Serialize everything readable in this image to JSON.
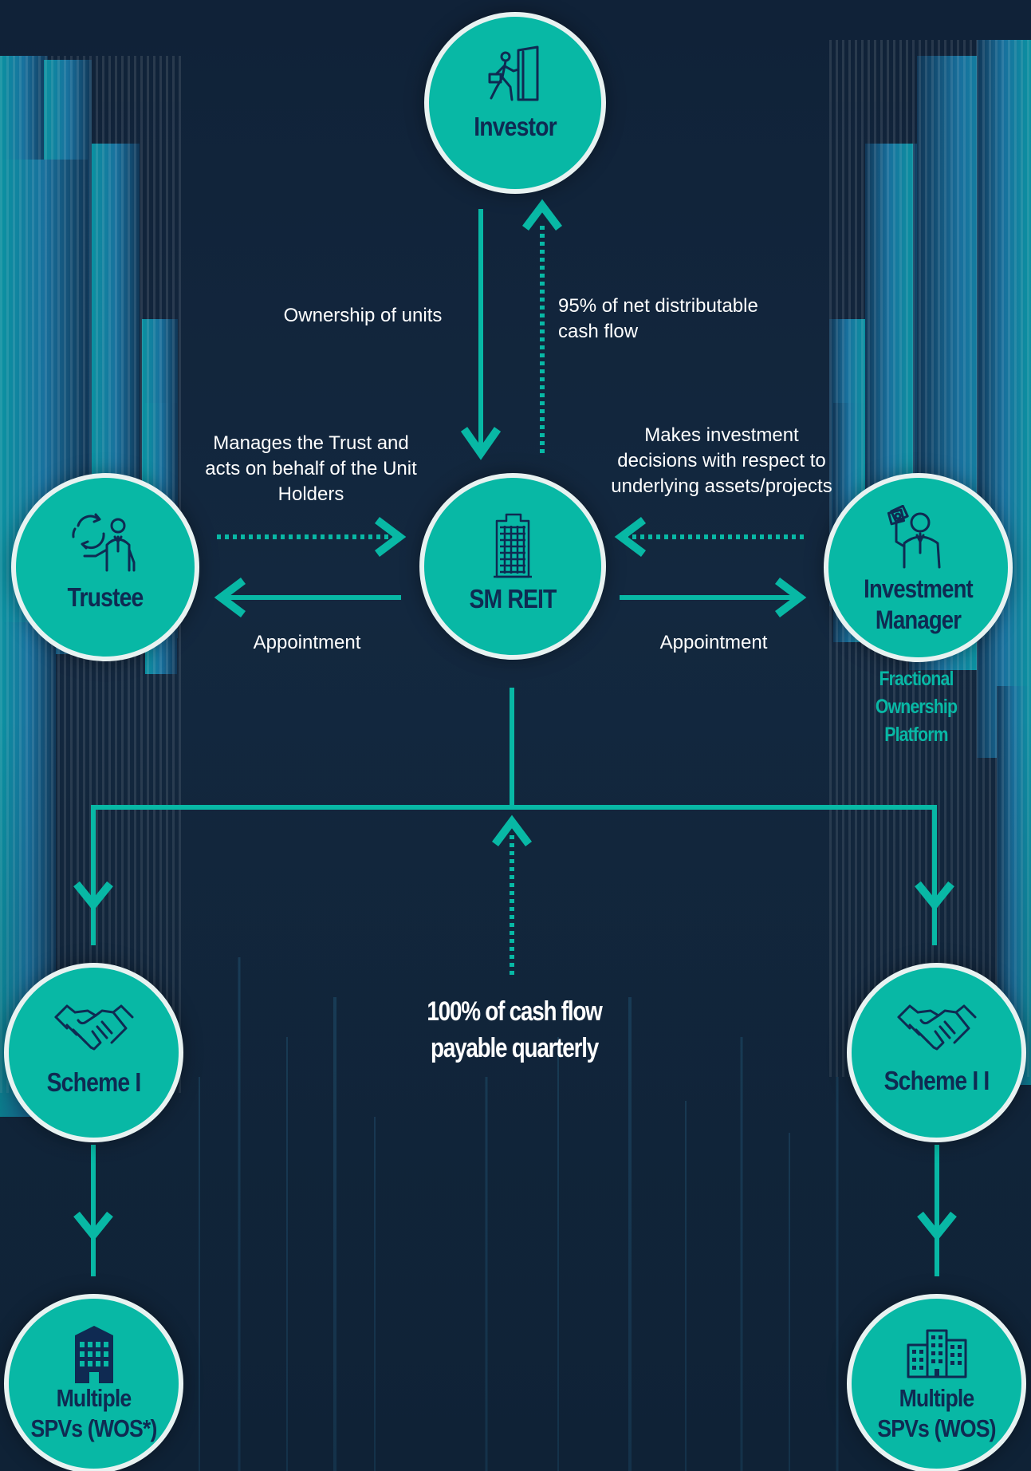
{
  "colors": {
    "background": "#112439",
    "accent": "#08b8a5",
    "node_text": "#0f2a52",
    "ring": "#e8f2f1",
    "caption": "#ffffff"
  },
  "nodes": {
    "investor": {
      "label_lines": [
        "Investor"
      ],
      "icon": "investor-door-icon"
    },
    "trustee": {
      "label_lines": [
        "Trustee"
      ],
      "icon": "trustee-cycle-icon"
    },
    "sm_reit": {
      "label_lines": [
        "SM REIT"
      ],
      "icon": "building-icon"
    },
    "investment_manager": {
      "label_lines": [
        "Investment",
        "Manager"
      ],
      "icon": "manager-money-icon"
    },
    "scheme_1": {
      "label_lines": [
        "Scheme I"
      ],
      "icon": "handshake-icon"
    },
    "scheme_2": {
      "label_lines": [
        "Scheme I I"
      ],
      "icon": "handshake-icon"
    },
    "spv_1": {
      "label_lines": [
        "Multiple",
        "SPVs (WOS*)"
      ],
      "icon": "building-icon"
    },
    "spv_2": {
      "label_lines": [
        "Multiple",
        "SPVs (WOS)"
      ],
      "icon": "city-buildings-icon"
    }
  },
  "captions": {
    "ownership": [
      "Ownership of units"
    ],
    "distribution": [
      "95% of net distributable",
      "cash flow"
    ],
    "manages": [
      "Manages the Trust and",
      "acts on  behalf of the Unit",
      "Holders"
    ],
    "decisions": [
      "Makes investment",
      "decisions with respect to",
      "underlying assets/projects"
    ],
    "appointment_left": [
      "Appointment"
    ],
    "appointment_right": [
      "Appointment"
    ],
    "platform": [
      "Fractional",
      "Ownership",
      "Platform"
    ],
    "cash_flow": [
      "100% of cash flow",
      "payable quarterly"
    ]
  }
}
